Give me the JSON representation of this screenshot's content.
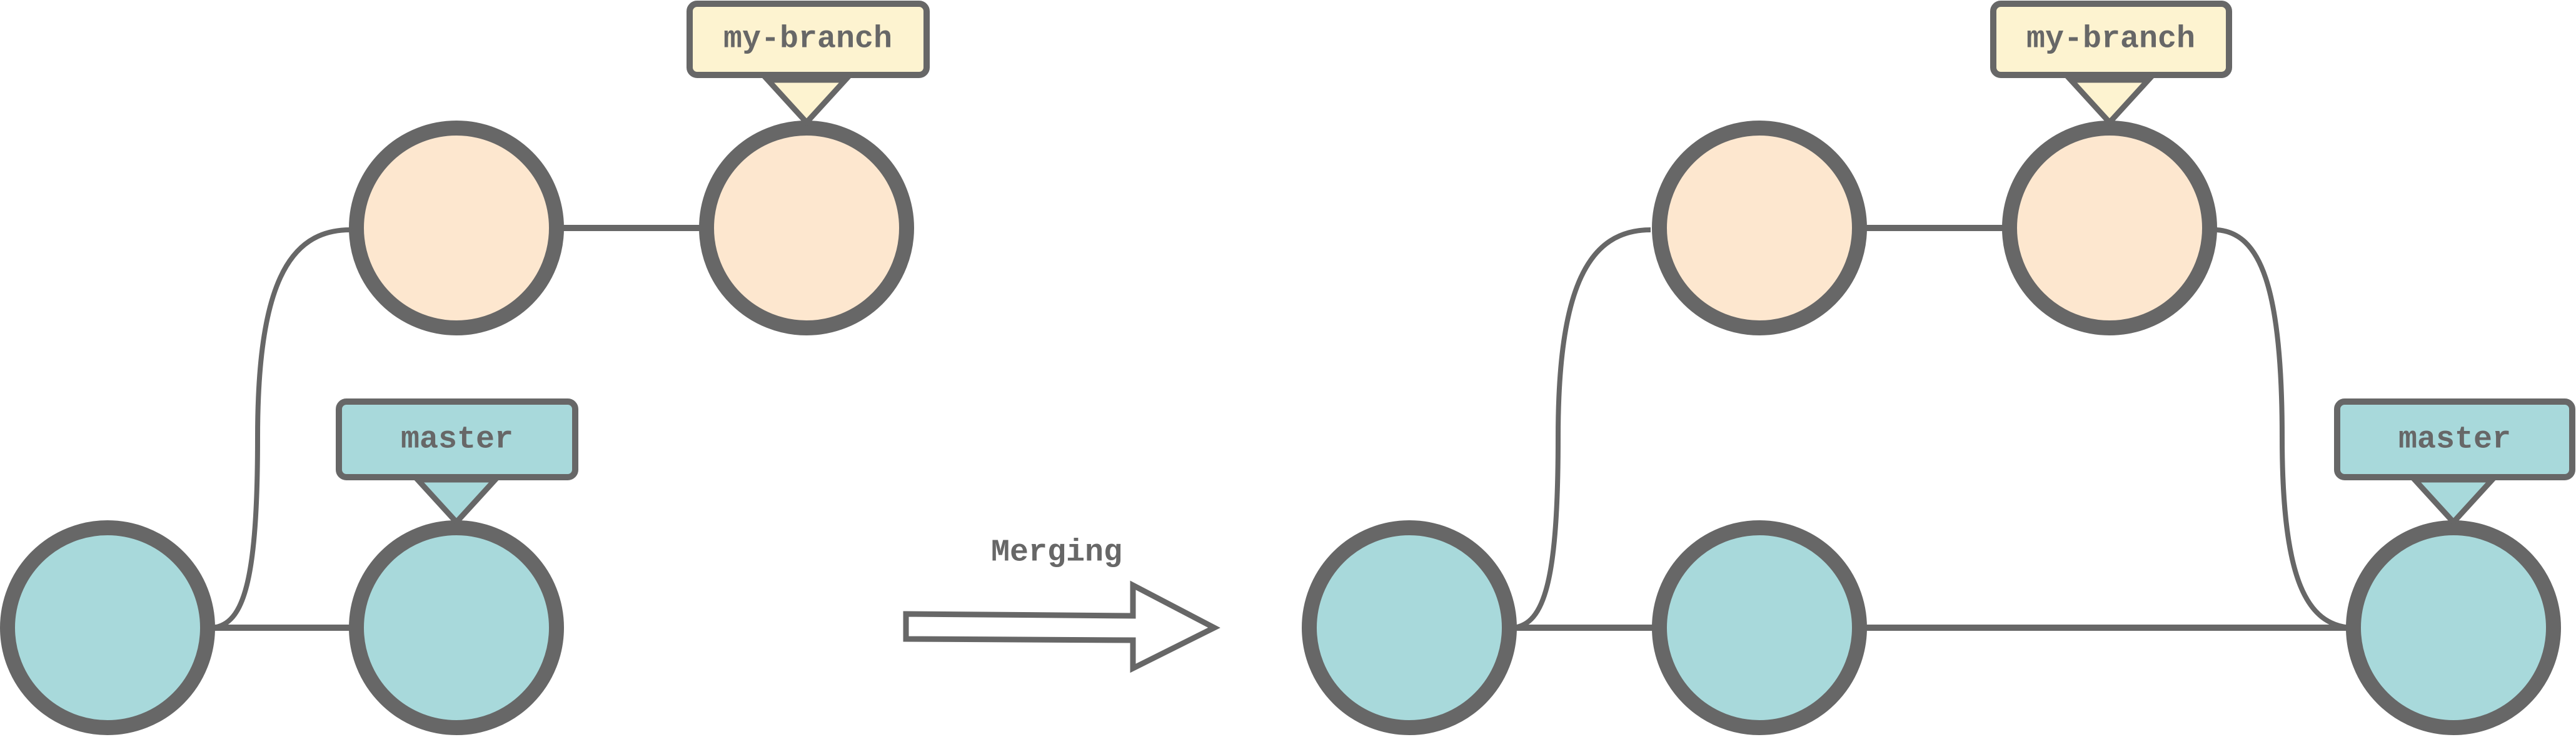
{
  "colors": {
    "stroke": "#676767",
    "master_fill": "#a8d9db",
    "branch_fill": "#fde7cf",
    "branch_label_fill": "#fdf3d0",
    "master_label_fill": "#a8d9db",
    "text": "#676767",
    "background": "#ffffff"
  },
  "labels": {
    "branch": "my-branch",
    "master": "master"
  },
  "transition": {
    "caption": "Merging",
    "icon": "hollow-right-arrow-icon"
  },
  "before": {
    "master_commits": 2,
    "branch_commits": 2
  },
  "after": {
    "master_commits": 3,
    "branch_commits": 2,
    "merged": true
  }
}
